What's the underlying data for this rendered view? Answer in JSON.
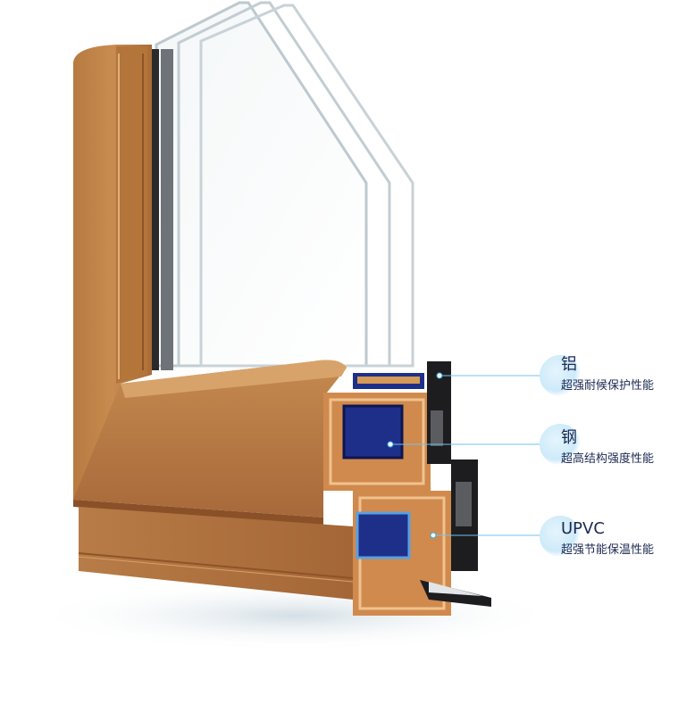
{
  "components": [
    {
      "name": "铝",
      "desc": "超强耐候保护性能",
      "color": "#35a7dd"
    },
    {
      "name": "钢",
      "desc": "超高结构强度性能",
      "color": "#35a7dd"
    },
    {
      "name": "UPVC",
      "desc": "超强节能保温性能",
      "color": "#35a7dd"
    }
  ],
  "colors": {
    "wood_light": "#c4874a",
    "wood_dark": "#9a5a2b",
    "glass_edge": "#b9c6cc",
    "steel_blue": "#1e2f8a",
    "pvc_orange": "#d08a4e",
    "aluminium": "#1d1d1f"
  }
}
